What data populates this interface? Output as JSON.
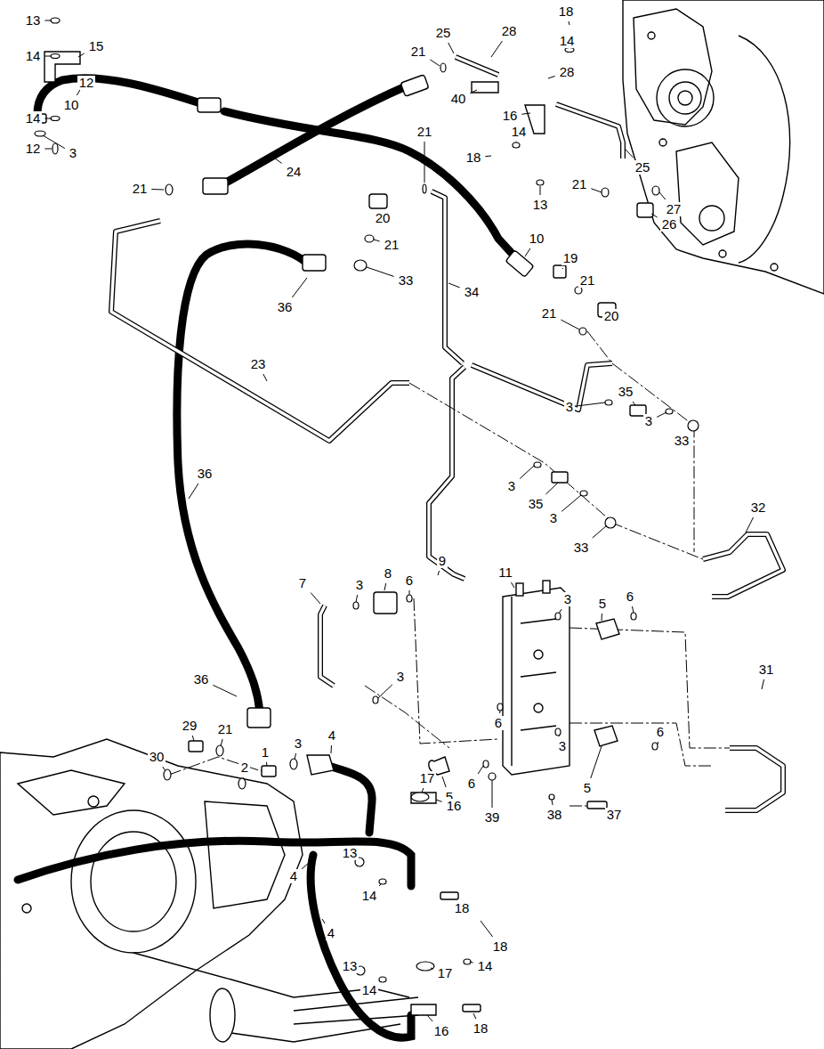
{
  "diagram": {
    "labels": [
      "13",
      "14",
      "15",
      "12",
      "10",
      "14",
      "12",
      "3",
      "21",
      "24",
      "21",
      "25",
      "28",
      "40",
      "18",
      "14",
      "28",
      "16",
      "18",
      "14",
      "13",
      "25",
      "21",
      "27",
      "26",
      "21",
      "20",
      "21",
      "33",
      "36",
      "34",
      "10",
      "19",
      "21",
      "20",
      "21",
      "23",
      "3",
      "35",
      "3",
      "33",
      "36",
      "3",
      "35",
      "3",
      "33",
      "32",
      "9",
      "7",
      "3",
      "8",
      "6",
      "11",
      "3",
      "5",
      "6",
      "31",
      "3",
      "36",
      "6",
      "3",
      "6",
      "21",
      "29",
      "30",
      "4",
      "3",
      "1",
      "2",
      "5",
      "6",
      "39",
      "38",
      "5",
      "37",
      "17",
      "16",
      "13",
      "14",
      "18",
      "4",
      "4",
      "18",
      "14",
      "13",
      "14",
      "17",
      "16",
      "18"
    ]
  }
}
